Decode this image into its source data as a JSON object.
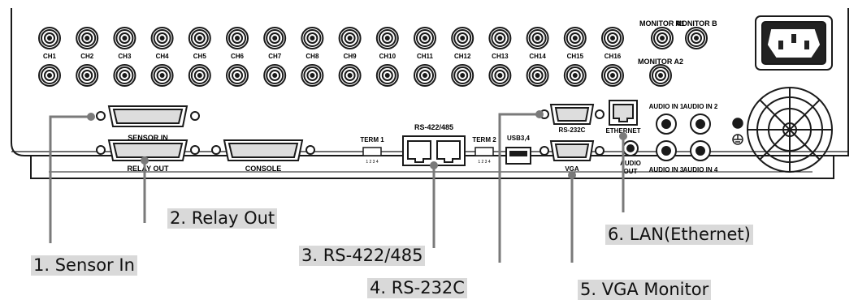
{
  "video_inputs": [
    "CH1",
    "CH2",
    "CH3",
    "CH4",
    "CH5",
    "CH6",
    "CH7",
    "CH8",
    "CH9",
    "CH10",
    "CH11",
    "CH12",
    "CH13",
    "CH14",
    "CH15",
    "CH16"
  ],
  "monitor_ports": {
    "a1": "MONITOR A1",
    "b": "MONITOR B",
    "a2": "MONITOR A2"
  },
  "port_labels": {
    "sensor_in": "SENSOR IN",
    "relay_out": "RELAY OUT",
    "console": "CONSOLE",
    "term1": "TERM 1",
    "term2": "TERM 2",
    "term_pins": "1 2 3 4",
    "rs422": "RS-422/485",
    "usb": "USB3,4",
    "rs232c": "RS-232C",
    "vga": "VGA",
    "ethernet": "ETHERNET",
    "audio_out_1": "AUDIO",
    "audio_out_2": "OUT",
    "audio_in1": "AUDIO IN 1",
    "audio_in2": "AUDIO IN 2",
    "audio_in3": "AUDIO IN 3",
    "audio_in4": "AUDIO IN 4"
  },
  "callouts": {
    "sensor_in": "1. Sensor In",
    "relay_out": "2. Relay Out",
    "rs422": "3. RS-422/485",
    "rs232c": "4. RS-232C",
    "vga": "5. VGA Monitor",
    "lan": "6. LAN(Ethernet)"
  },
  "colors": {
    "panel": "#ffffff",
    "line": "#1a1a1a",
    "callout_bg": "#d9d9d9",
    "leader": "#7a7a7a"
  }
}
